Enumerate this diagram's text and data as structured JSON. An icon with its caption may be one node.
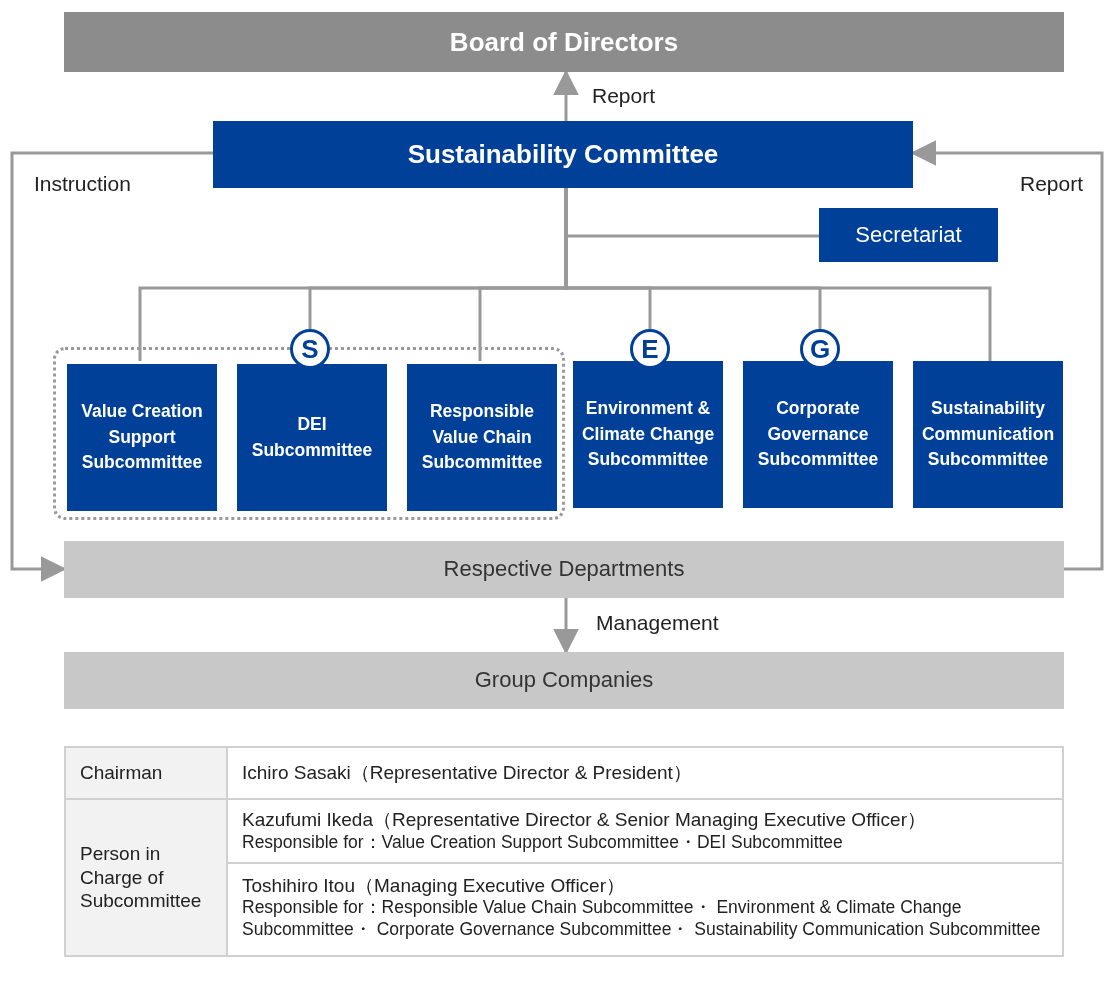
{
  "diagram": {
    "nodes": [
      {
        "text": [
          "Board of Directors"
        ]
      },
      {
        "text": [
          "Sustainability Committee"
        ]
      },
      {
        "text": [
          "Secretariat"
        ]
      },
      {
        "text": [],
        "shape": "box"
      },
      {
        "text": [
          "Value Creation Support Subcommittee"
        ],
        "in": 3
      },
      {
        "text": [
          "DEI Subcommittee"
        ],
        "in": 3
      },
      {
        "text": [
          "Responsible Value Chain Subcommittee"
        ],
        "in": 3
      },
      {
        "text": [
          "Environment & Climate Change Subcommittee"
        ]
      },
      {
        "text": [
          "Corporate Governance Subcommittee"
        ]
      },
      {
        "text": [
          "Sustainability Communication Subcommittee"
        ]
      },
      {
        "text": [
          "S"
        ]
      },
      {
        "text": [
          "E"
        ]
      },
      {
        "text": [
          "G"
        ]
      },
      {
        "text": [
          "Respective Departments"
        ]
      },
      {
        "text": [
          "Group Companies"
        ]
      }
    ],
    "edges": [
      {
        "from": 1,
        "to": 0,
        "arrow": "to",
        "label": "Report"
      },
      {
        "from": 1,
        "to": 2,
        "arrow": "none"
      },
      {
        "from": 1,
        "to": 4,
        "arrow": "none"
      },
      {
        "from": 1,
        "to": 10,
        "arrow": "none"
      },
      {
        "from": 1,
        "to": 6,
        "arrow": "none"
      },
      {
        "from": 1,
        "to": 11,
        "arrow": "none"
      },
      {
        "from": 1,
        "to": 12,
        "arrow": "none"
      },
      {
        "from": 1,
        "to": 9,
        "arrow": "none"
      },
      {
        "from": 1,
        "to": 13,
        "arrow": "to",
        "label": "Instruction"
      },
      {
        "from": 13,
        "to": 1,
        "arrow": "to",
        "label": "Report"
      },
      {
        "from": 13,
        "to": 14,
        "arrow": "to",
        "label": "Management"
      }
    ],
    "labels": [
      "Chairman",
      "Ichiro Sasaki（Representative Director & President）",
      "Person in Charge of Subcommittee",
      "Kazufumi Ikeda（Representative Director & Senior Managing Executive Officer）",
      "Responsible for：Value Creation Support Subcommittee・DEI Subcommittee",
      "Toshihiro Itou（Managing Executive Officer）",
      "Responsible for：Responsible Value Chain Subcommittee・ Environment & Climate Change Subcommittee・ Corporate Governance Subcommittee・ Sustainability Communication Subcommittee"
    ]
  }
}
